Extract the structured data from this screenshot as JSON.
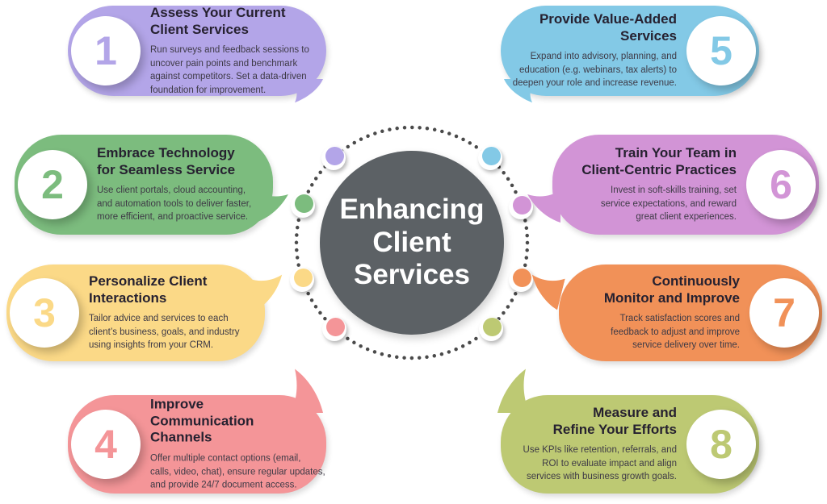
{
  "center": {
    "title_lines": [
      "Enhancing",
      "Client",
      "Services"
    ],
    "circle_color": "#5c6165",
    "text_color": "#ffffff",
    "ring_dot_color": "#4a4a4a"
  },
  "steps": [
    {
      "number": "1",
      "color": "#b3a5e8",
      "title_lines": [
        "Assess Your Current",
        "Client Services"
      ],
      "body_lines": [
        "Run surveys and feedback sessions to",
        "uncover pain points and benchmark",
        "against competitors. Set a data-driven",
        "foundation for improvement."
      ]
    },
    {
      "number": "2",
      "color": "#7cbc7e",
      "title_lines": [
        "Embrace Technology",
        "for Seamless Service"
      ],
      "body_lines": [
        "Use client portals, cloud accounting,",
        "and automation tools to deliver faster,",
        "more efficient, and proactive service."
      ]
    },
    {
      "number": "3",
      "color": "#fbd987",
      "title_lines": [
        "Personalize Client",
        "Interactions"
      ],
      "body_lines": [
        "Tailor advice and services to each",
        "client’s business, goals, and industry",
        "using insights from your CRM."
      ]
    },
    {
      "number": "4",
      "color": "#f49598",
      "title_lines": [
        "Improve",
        "Communication",
        "Channels"
      ],
      "body_lines": [
        "Offer multiple contact options (email,",
        "calls, video, chat), ensure regular updates,",
        "and provide 24/7 document access."
      ]
    },
    {
      "number": "5",
      "color": "#83c9e6",
      "title_lines": [
        "Provide Value-Added",
        "Services"
      ],
      "body_lines": [
        "Expand into advisory, planning, and",
        "education (e.g. webinars, tax alerts) to",
        "deepen your role and increase revenue."
      ]
    },
    {
      "number": "6",
      "color": "#d294d6",
      "title_lines": [
        "Train Your Team in",
        "Client-Centric Practices"
      ],
      "body_lines": [
        "Invest in soft-skills training, set",
        "service expectations, and reward",
        "great client experiences."
      ]
    },
    {
      "number": "7",
      "color": "#f19158",
      "title_lines": [
        "Continuously",
        "Monitor and Improve"
      ],
      "body_lines": [
        "Track satisfaction scores and",
        "feedback to adjust and improve",
        "service delivery over time."
      ]
    },
    {
      "number": "8",
      "color": "#bdc973",
      "title_lines": [
        "Measure and",
        "Refine Your Efforts"
      ],
      "body_lines": [
        "Use KPIs like retention, referrals, and",
        "ROI to evaluate impact and align",
        "services with business growth goals."
      ]
    }
  ]
}
